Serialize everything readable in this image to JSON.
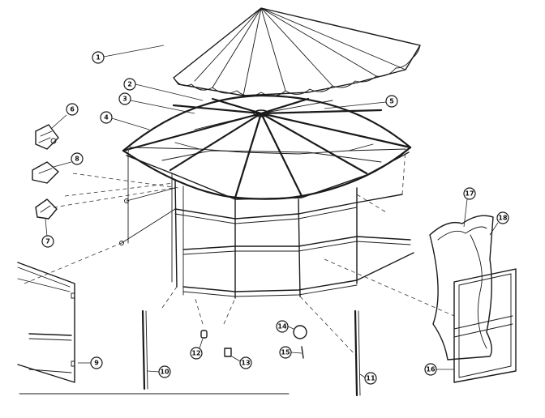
{
  "callouts": [
    {
      "id": "1",
      "label": "1"
    },
    {
      "id": "2",
      "label": "2"
    },
    {
      "id": "3",
      "label": "3"
    },
    {
      "id": "4",
      "label": "4"
    },
    {
      "id": "5",
      "label": "5"
    },
    {
      "id": "6",
      "label": "6"
    },
    {
      "id": "7",
      "label": "7"
    },
    {
      "id": "8",
      "label": "8"
    },
    {
      "id": "9",
      "label": "9"
    },
    {
      "id": "10",
      "label": "10"
    },
    {
      "id": "11",
      "label": "11"
    },
    {
      "id": "12",
      "label": "12"
    },
    {
      "id": "13",
      "label": "13"
    },
    {
      "id": "14",
      "label": "14"
    },
    {
      "id": "15",
      "label": "15"
    },
    {
      "id": "16",
      "label": "16"
    },
    {
      "id": "17",
      "label": "17"
    },
    {
      "id": "18",
      "label": "18"
    }
  ],
  "colors": {
    "ink": "#1a1a1a",
    "paper": "#ffffff"
  }
}
